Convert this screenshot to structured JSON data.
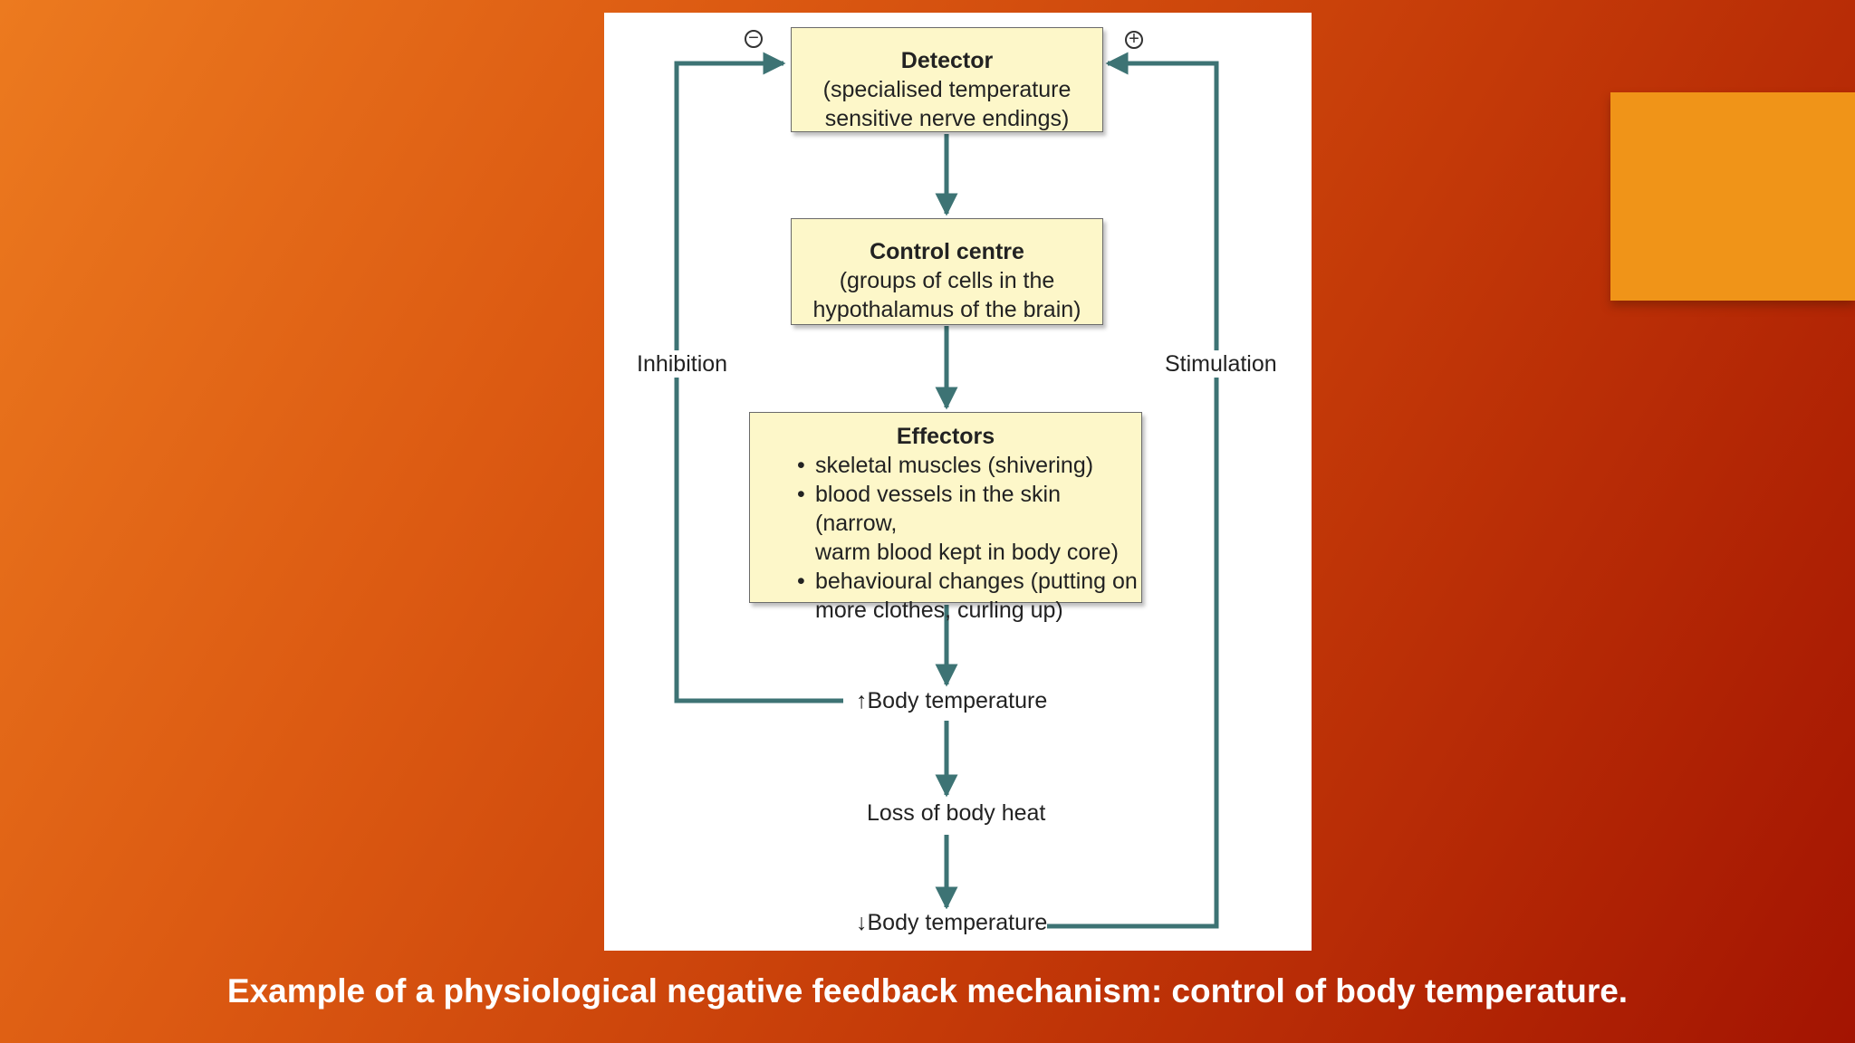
{
  "diagram": {
    "detector": {
      "title": "Detector",
      "line1": "(specialised temperature",
      "line2": "sensitive nerve endings)"
    },
    "control_centre": {
      "title": "Control centre",
      "line1": "(groups of cells in the",
      "line2": "hypothalamus of the brain)"
    },
    "effectors": {
      "title": "Effectors",
      "items": [
        "skeletal muscles (shivering)",
        "blood vessels in the skin (narrow,\nwarm blood kept in body core)",
        "behavioural changes (putting on\nmore clothes, curling up)"
      ]
    },
    "body_temp_up": "↑Body temperature",
    "loss_of_heat": "Loss of body heat",
    "body_temp_down": "↓Body temperature",
    "inhibition_label": "Inhibition",
    "stimulation_label": "Stimulation",
    "minus_sign": "−",
    "plus_sign": "+",
    "arrow_color": "#3d7374"
  },
  "caption": "Example of a physiological negative feedback mechanism: control of body temperature."
}
